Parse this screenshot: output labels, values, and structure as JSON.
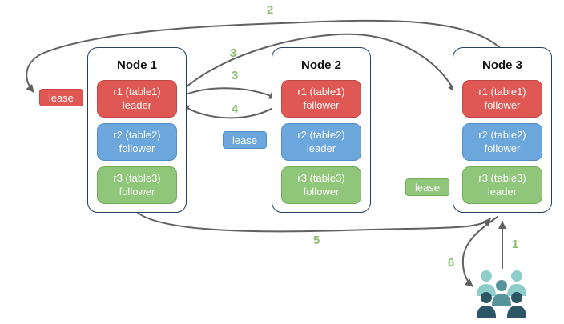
{
  "diagram": {
    "description": "Three-node replicated database diagram with leaseholders and numbered request flow",
    "nodes": [
      {
        "title": "Node 1",
        "replicas": [
          {
            "name": "r1 (table1)",
            "role": "leader",
            "color": "#e05854"
          },
          {
            "name": "r2 (table2)",
            "role": "follower",
            "color": "#6ba6dc"
          },
          {
            "name": "r3 (table3)",
            "role": "follower",
            "color": "#90c679"
          }
        ]
      },
      {
        "title": "Node 2",
        "replicas": [
          {
            "name": "r1 (table1)",
            "role": "follower",
            "color": "#e05854"
          },
          {
            "name": "r2 (table2)",
            "role": "leader",
            "color": "#6ba6dc"
          },
          {
            "name": "r3 (table3)",
            "role": "follower",
            "color": "#90c679"
          }
        ]
      },
      {
        "title": "Node 3",
        "replicas": [
          {
            "name": "r1 (table1)",
            "role": "follower",
            "color": "#e05854"
          },
          {
            "name": "r2 (table2)",
            "role": "follower",
            "color": "#6ba6dc"
          },
          {
            "name": "r3 (table3)",
            "role": "leader",
            "color": "#90c679"
          }
        ]
      }
    ],
    "leases": {
      "table1": {
        "label": "lease",
        "color": "#e05854"
      },
      "table2": {
        "label": "lease",
        "color": "#6ba6dc"
      },
      "table3": {
        "label": "lease",
        "color": "#90c679"
      }
    },
    "steps": {
      "s1": "1",
      "s2": "2",
      "s3a": "3",
      "s3b": "3",
      "s4": "4",
      "s5": "5",
      "s6": "6"
    },
    "icons": {
      "users": "users-icon"
    },
    "colors": {
      "node_border": "#24415f",
      "arrow": "#616161",
      "step_label": "#8cbe6f",
      "users_back_row": "#8fcdcb",
      "users_middle": "#56949c",
      "users_front_row": "#2b5666"
    }
  }
}
